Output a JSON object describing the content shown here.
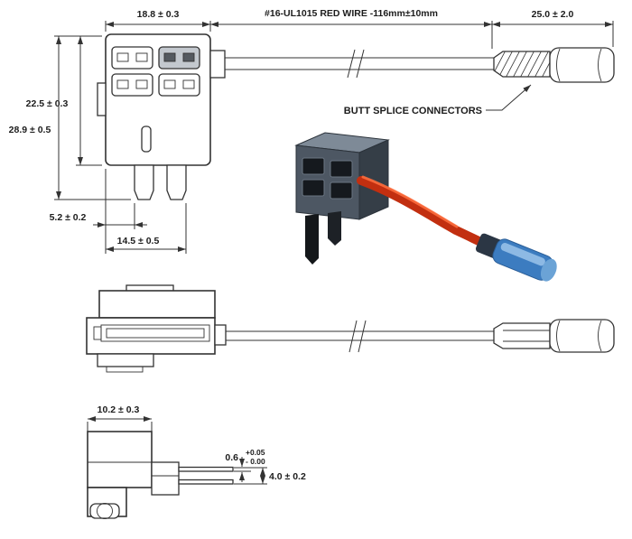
{
  "drawing": {
    "dims": {
      "body_width": "18.8 ± 0.3",
      "wire_spec": "#16-UL1015 RED WIRE -116mm±10mm",
      "splice_length": "25.0 ± 2.0",
      "body_height": "22.5 ± 0.3",
      "overall_height": "28.9 ± 0.5",
      "blade_offset": "5.2 ± 0.2",
      "blade_span": "14.5 ± 0.5",
      "side_width": "10.2 ± 0.3",
      "pin_thickness": "0.6",
      "pin_thickness_tol_plus": "+0.05",
      "pin_thickness_tol_minus": "- 0.00",
      "pin_width": "4.0 ± 0.2"
    },
    "labels": {
      "butt_splice": "BUTT SPLICE CONNECTORS"
    },
    "colors": {
      "line": "#333333",
      "wire_red": "#c22f10",
      "connector_blue": "#3c7cc0",
      "body_gray": "#4d5763"
    }
  }
}
